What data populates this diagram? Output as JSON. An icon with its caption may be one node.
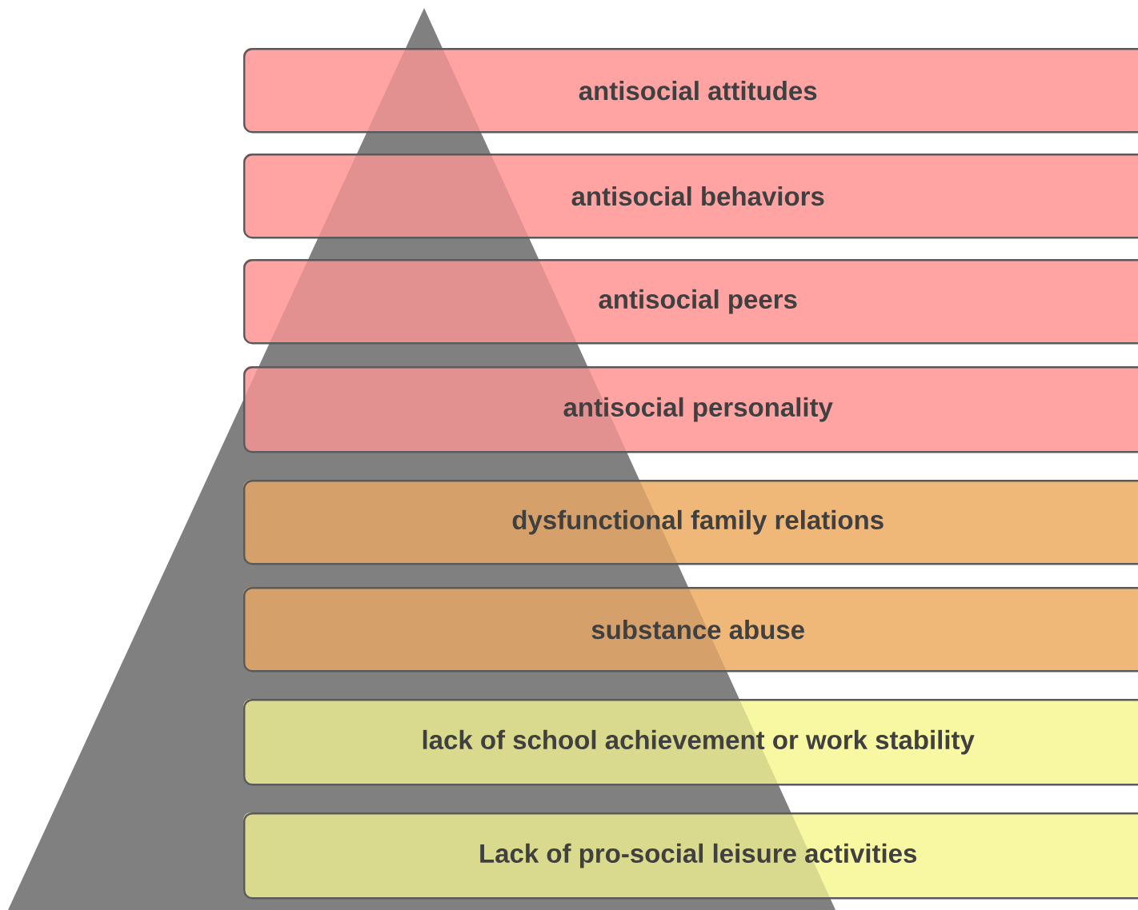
{
  "diagram": {
    "nodes": [
      {
        "text": [
          "antisocial attitudes"
        ]
      },
      {
        "text": [
          "antisocial behaviors"
        ]
      },
      {
        "text": [
          "antisocial peers"
        ]
      },
      {
        "text": [
          "antisocial personality"
        ]
      },
      {
        "text": [
          "dysfunctional family relations"
        ]
      },
      {
        "text": [
          "substance abuse"
        ]
      },
      {
        "text": [
          "lack of school achievement or work stability"
        ]
      },
      {
        "text": [
          "Lack of pro-social leisure activities"
        ]
      }
    ]
  }
}
